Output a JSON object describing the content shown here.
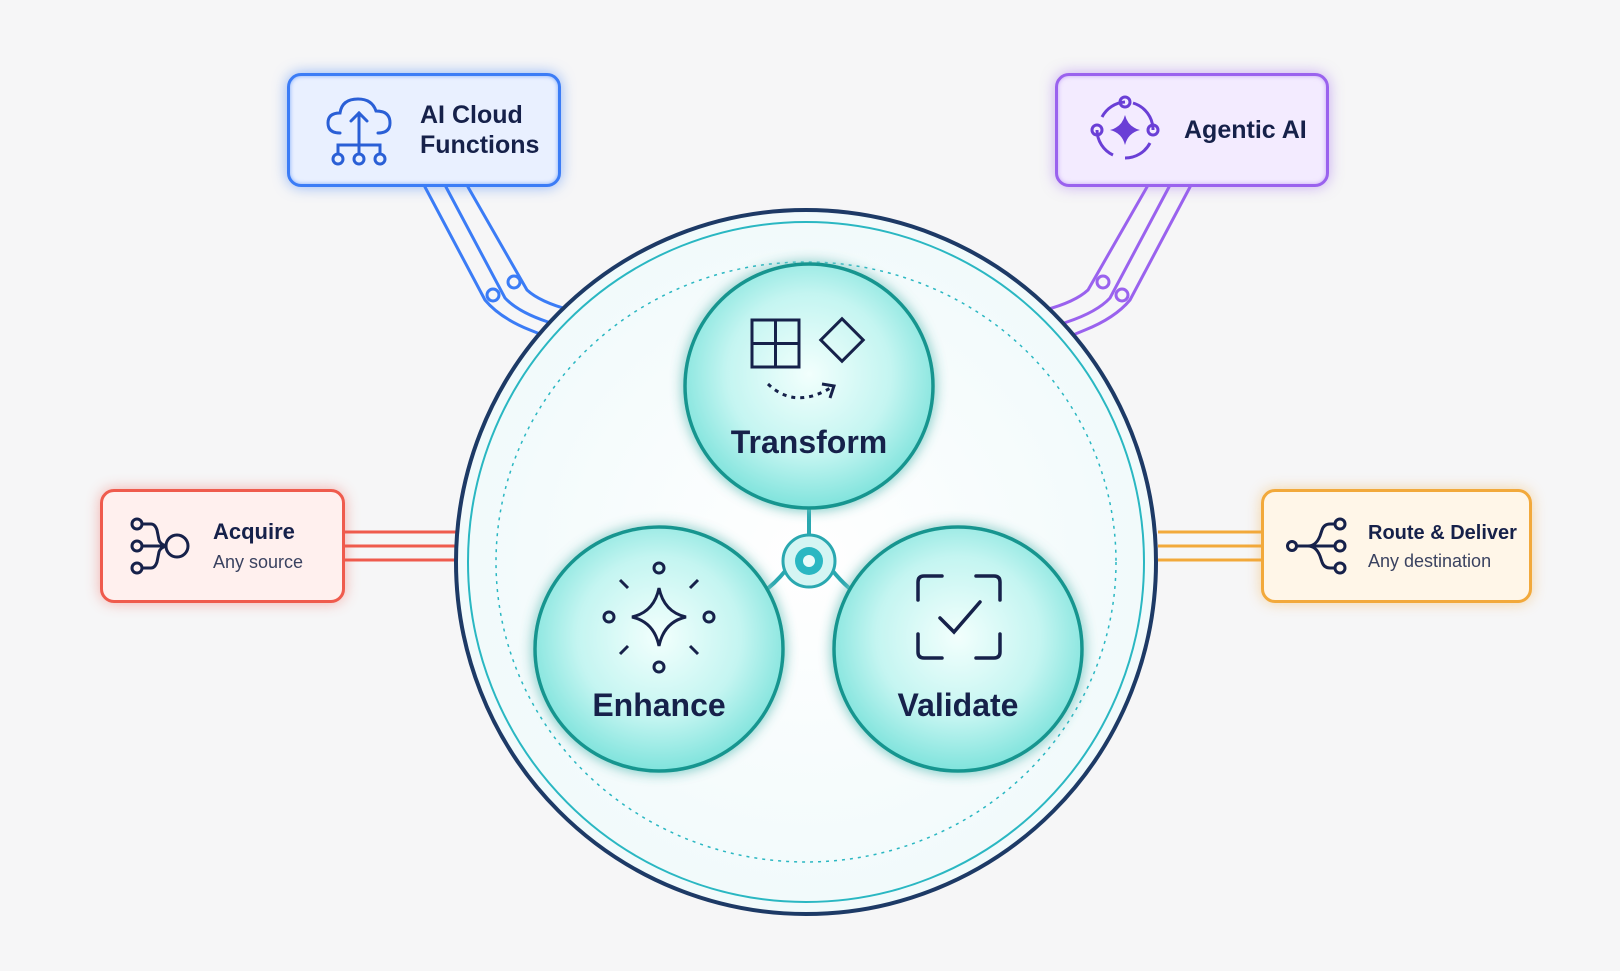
{
  "cards": {
    "cloud": {
      "title_line1": "AI Cloud",
      "title_line2": "Functions",
      "icon": "cloud-upload-network-icon"
    },
    "agentic": {
      "title": "Agentic AI",
      "icon": "sparkle-orbit-icon"
    },
    "acquire": {
      "title": "Acquire",
      "subtitle": "Any source",
      "icon": "merge-nodes-icon"
    },
    "route": {
      "title": "Route & Deliver",
      "subtitle": "Any destination",
      "icon": "branch-nodes-icon"
    }
  },
  "stages": {
    "transform": {
      "label": "Transform",
      "icon": "grid-to-diamond-icon"
    },
    "enhance": {
      "label": "Enhance",
      "icon": "sparkle-icon"
    },
    "validate": {
      "label": "Validate",
      "icon": "check-frame-icon"
    }
  },
  "colors": {
    "cloud": "#3b7cf6",
    "agentic": "#9a62ee",
    "acquire": "#ef5b4d",
    "route": "#f2a93b",
    "core_ring": "#1d3a66",
    "bubble": "#1fb7b0",
    "text": "#16214a"
  }
}
